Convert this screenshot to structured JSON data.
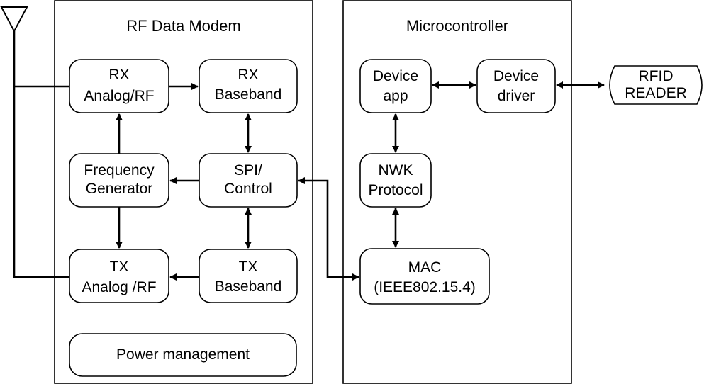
{
  "diagram": {
    "panels": {
      "rf_modem": "RF Data Modem",
      "microcontroller": "Microcontroller"
    },
    "nodes": {
      "rx_analog": [
        "RX",
        "Analog/RF"
      ],
      "rx_baseband": [
        "RX",
        "Baseband"
      ],
      "freq_gen": [
        "Frequency",
        "Generator"
      ],
      "spi_control": [
        "SPI/",
        "Control"
      ],
      "tx_analog": [
        "TX",
        "Analog /RF"
      ],
      "tx_baseband": [
        "TX",
        "Baseband"
      ],
      "power_mgmt": "Power management",
      "device_app": [
        "Device",
        "app"
      ],
      "device_driver": [
        "Device",
        "driver"
      ],
      "nwk_protocol": [
        "NWK",
        "Protocol"
      ],
      "mac": [
        "MAC",
        "(IEEE802.15.4)"
      ],
      "rfid_reader": [
        "RFID",
        "READER"
      ]
    }
  }
}
